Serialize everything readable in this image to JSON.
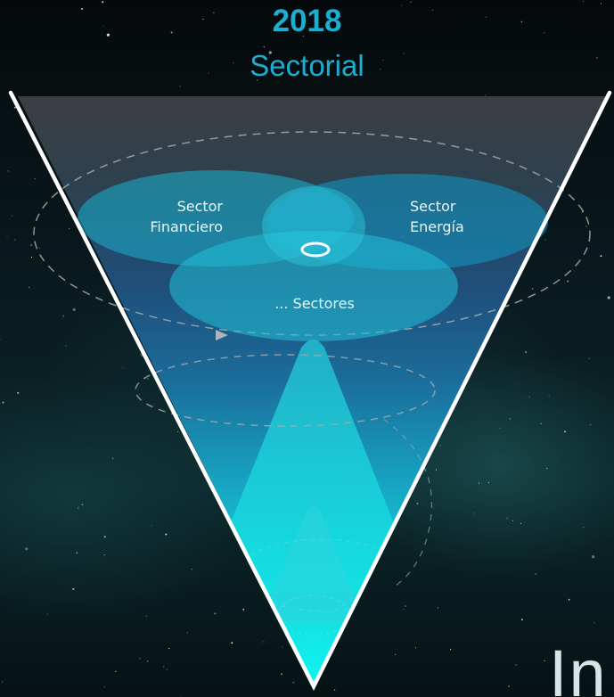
{
  "header": {
    "year": "2018",
    "title": "Sectorial"
  },
  "venn": {
    "circle_left": {
      "line1": "Sector",
      "line2": "Financiero"
    },
    "circle_right": {
      "line1": "Sector",
      "line2": "Energía"
    },
    "circle_bottom": {
      "label": "... Sectores"
    }
  },
  "corner_text": "In",
  "colors": {
    "heading": "#1aaed0",
    "funnel_top": "#3a3d40",
    "funnel_bottom": "#12f2ee",
    "ellipse_fill": "#1ab8d4",
    "outline": "#ffffff",
    "dashed_orbit": "#9aa4a8"
  }
}
